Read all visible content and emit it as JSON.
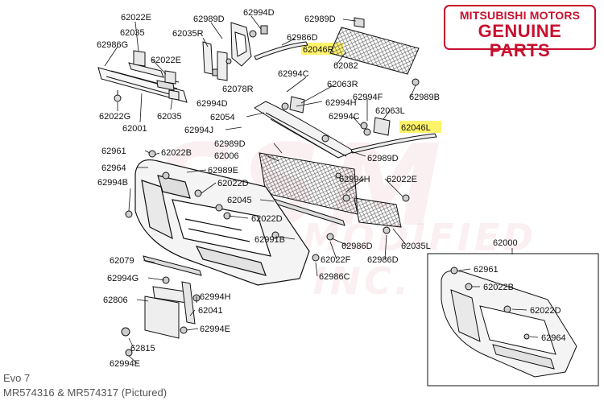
{
  "brand": {
    "line1": "MITSUBISHI MOTORS",
    "line2": "GENUINE PARTS",
    "color": "#c8102e"
  },
  "watermark": {
    "text": "SSM",
    "sub": "SSM MODIFIED INC."
  },
  "caption": {
    "model": "Evo 7",
    "parts": "MR574316  &  MR574317  (Pictured)"
  },
  "highlighted_parts": [
    "62046R",
    "62046L"
  ],
  "labels": {
    "p62022E_a": "62022E",
    "p62035_a": "62035",
    "p62986G": "62986G",
    "p62022E_b": "62022E",
    "p62022G": "62022G",
    "p62001": "62001",
    "p62035_b": "62035",
    "p62989D_a": "62989D",
    "p62035R": "62035R",
    "p62994D_a": "62994D",
    "p62078R": "62078R",
    "p62994D_b": "62994D",
    "p62989D_b": "62989D",
    "p62986D_a": "62986D",
    "p62046R": "62046R",
    "p62082": "62082",
    "p62994C": "62994C",
    "p62063R": "62063R",
    "p62989B": "62989B",
    "p62994H_a": "62994H",
    "p62994F": "62994F",
    "p62063L": "62063L",
    "p62054": "62054",
    "p62994C_b": "62994C",
    "p62046L": "62046L",
    "p62994J": "62994J",
    "p62989D_c": "62989D",
    "p62006": "62006",
    "p62989D_d": "62989D",
    "p62961_a": "62961",
    "p62022B_a": "62022B",
    "p62964_a": "62964",
    "p62989E": "62989E",
    "p62994H_b": "62994H",
    "p62022E_c": "62022E",
    "p62994B": "62994B",
    "p62022D_a": "62022D",
    "p62045": "62045",
    "p62022D_b": "62022D",
    "p62991B": "62991B",
    "p62986D_b": "62986D",
    "p62035L": "62035L",
    "p62022F": "62022F",
    "p62986D_c": "62986D",
    "p62079": "62079",
    "p62986C": "62986C",
    "p62994G": "62994G",
    "p62994H_c": "62994H",
    "p62806": "62806",
    "p62041": "62041",
    "p62994E_a": "62994E",
    "p62815": "62815",
    "p62994E_b": "62994E",
    "p62000": "62000",
    "p62961_b": "62961",
    "p62022B_b": "62022B",
    "p62022D_c": "62022D",
    "p62964_b": "62964"
  }
}
